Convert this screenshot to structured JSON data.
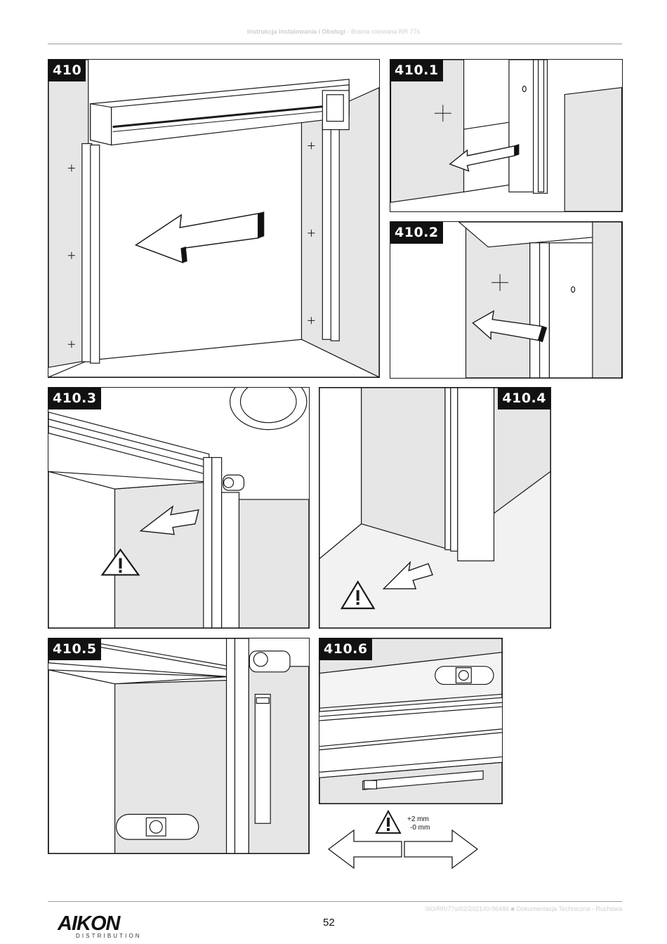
{
  "header": {
    "title": "Instrukcja Instalowania i Obsługi",
    "subtitle": "- Brama rolowana RR 77s"
  },
  "panels": [
    {
      "id": "410",
      "label": "410"
    },
    {
      "id": "410.1",
      "label": "410.1"
    },
    {
      "id": "410.2",
      "label": "410.2"
    },
    {
      "id": "410.3",
      "label": "410.3"
    },
    {
      "id": "410.4",
      "label": "410.4"
    },
    {
      "id": "410.5",
      "label": "410.5"
    },
    {
      "id": "410.6",
      "label": "410.6"
    }
  ],
  "tolerance": {
    "plus": "+2 mm",
    "minus": "-0 mm"
  },
  "footer": {
    "doc_code": "IIiO/RR/77s/02/2021/I0-96486 ■ Dokumentacja Techniczna - Ruchowa",
    "page_number": "52",
    "logo_main": "AIKON",
    "logo_sub": "DISTRIBUTION"
  },
  "icons": [
    "warning-triangle-icon",
    "direction-arrow-icon",
    "fastener-cross-icon",
    "sensor-icon"
  ],
  "colors": {
    "line": "#1a1a1a",
    "wall_fill": "#e6e6e6",
    "label_bg": "#111111",
    "header_text": "#cfcfcf"
  }
}
